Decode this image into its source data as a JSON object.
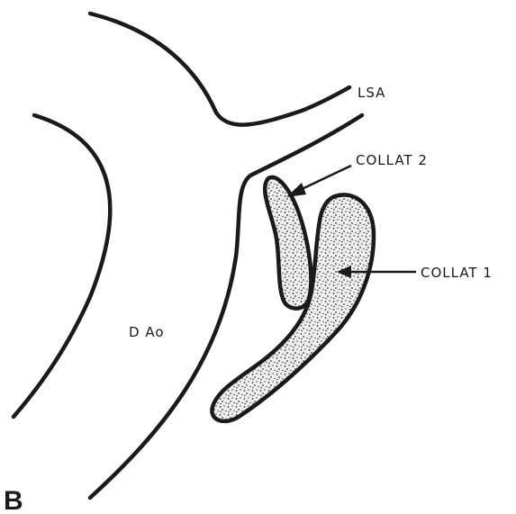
{
  "labels": {
    "lsa": "LSA",
    "collat2": "COLLAT 2",
    "collat1": "COLLAT 1",
    "dao": "D Ao",
    "panel": "B"
  }
}
